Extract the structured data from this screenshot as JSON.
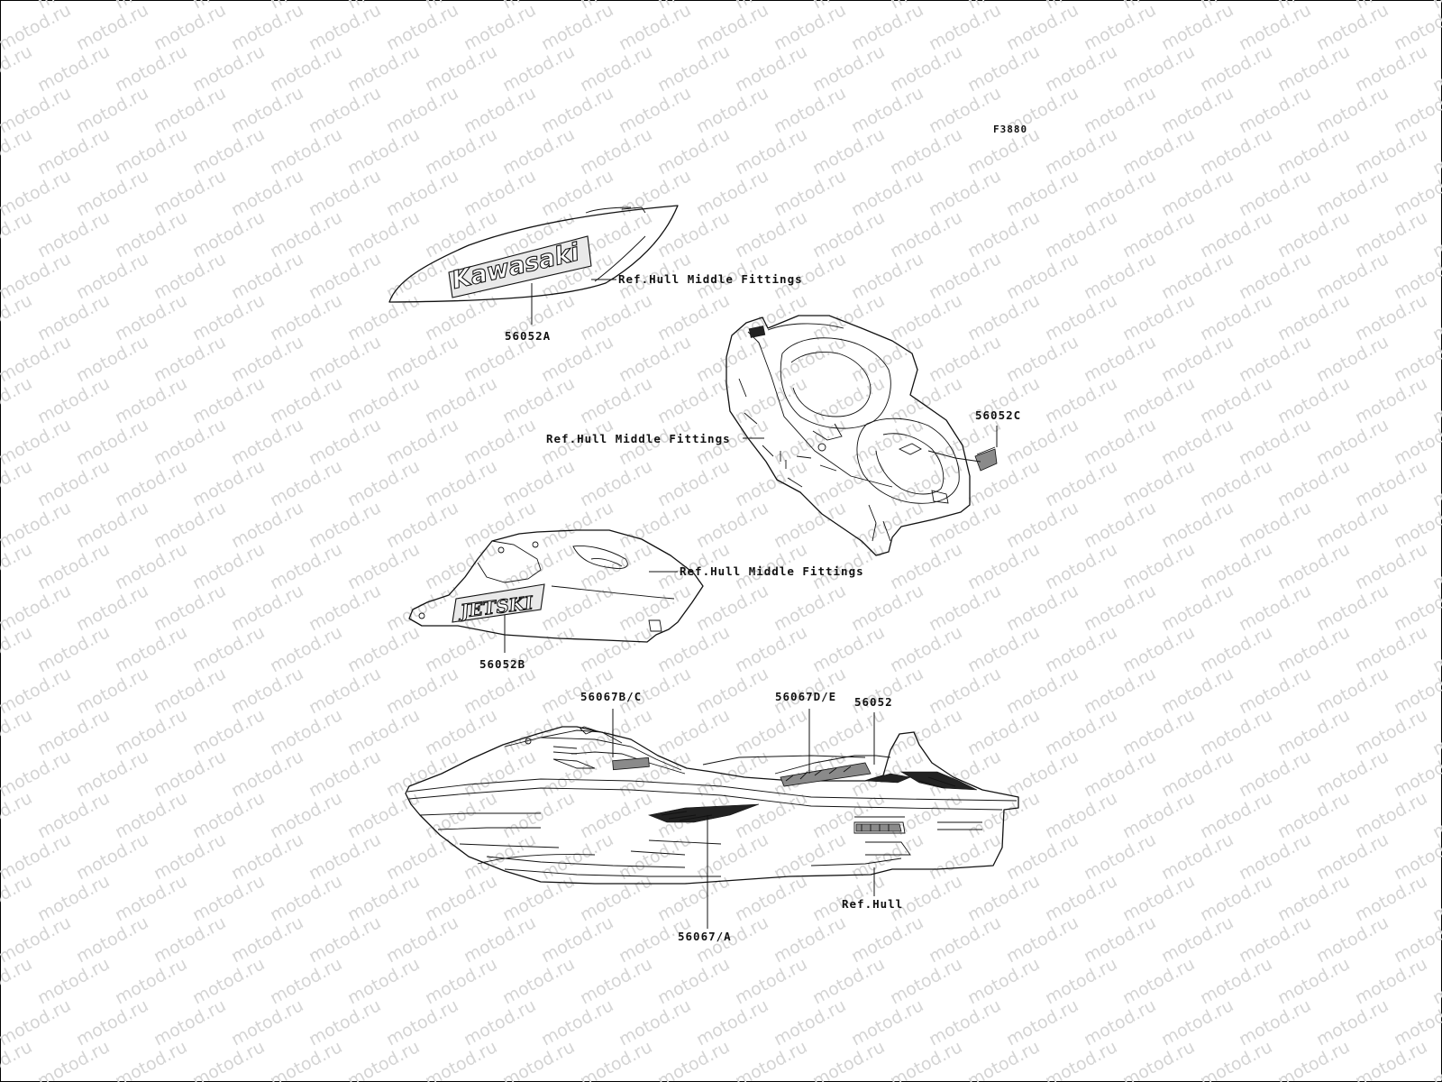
{
  "figure": {
    "code": "F3880",
    "watermark": "motod.ru"
  },
  "logos": {
    "kawasaki": "Kawasaki",
    "jetski": "JETSKI"
  },
  "labels": {
    "ref_hull_middle_fittings_1": "Ref.Hull Middle Fittings",
    "ref_hull_middle_fittings_2": "Ref.Hull Middle Fittings",
    "ref_hull_middle_fittings_3": "Ref.Hull Middle Fittings",
    "ref_hull": "Ref.Hull",
    "part_56052a": "56052A",
    "part_56052c": "56052C",
    "part_56052b": "56052B",
    "part_56067bc": "56067B/C",
    "part_56067de": "56067D/E",
    "part_56052": "56052",
    "part_56067a": "56067/A"
  },
  "colors": {
    "line": "#111111",
    "watermark": "#d4d4d4",
    "background": "#ffffff"
  }
}
